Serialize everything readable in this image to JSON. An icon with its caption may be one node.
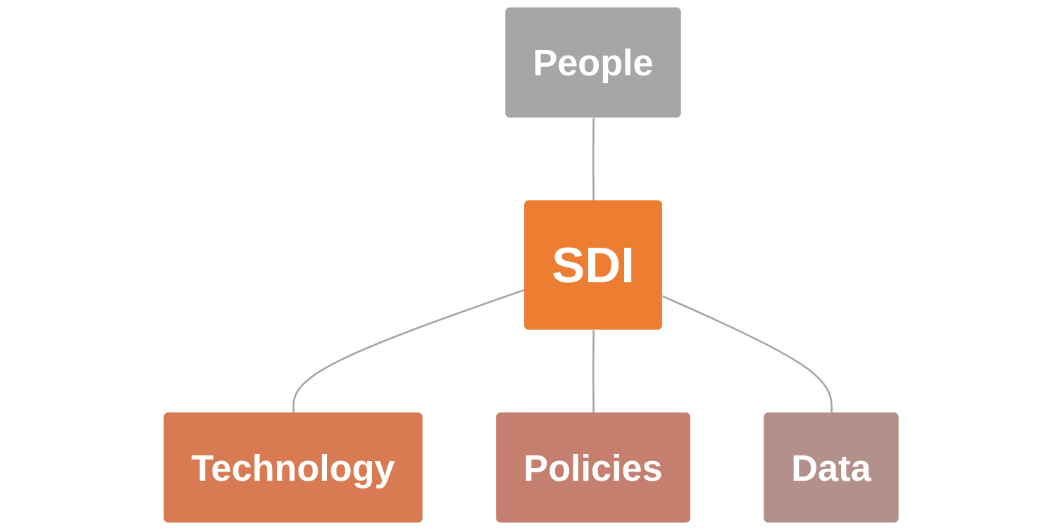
{
  "diagram": {
    "nodes": [
      {
        "text": [
          "Technology"
        ]
      },
      {
        "text": [
          "People"
        ]
      },
      {
        "text": [
          "SDI"
        ]
      },
      {
        "text": [
          "Policies"
        ]
      },
      {
        "text": [
          "Data"
        ]
      }
    ],
    "edges": [
      {
        "from": 2,
        "to": 0,
        "arrow": "none"
      },
      {
        "from": 1,
        "to": 2,
        "arrow": "none"
      },
      {
        "from": 2,
        "to": 3,
        "arrow": "none"
      },
      {
        "from": 2,
        "to": 4,
        "arrow": "none"
      }
    ]
  }
}
